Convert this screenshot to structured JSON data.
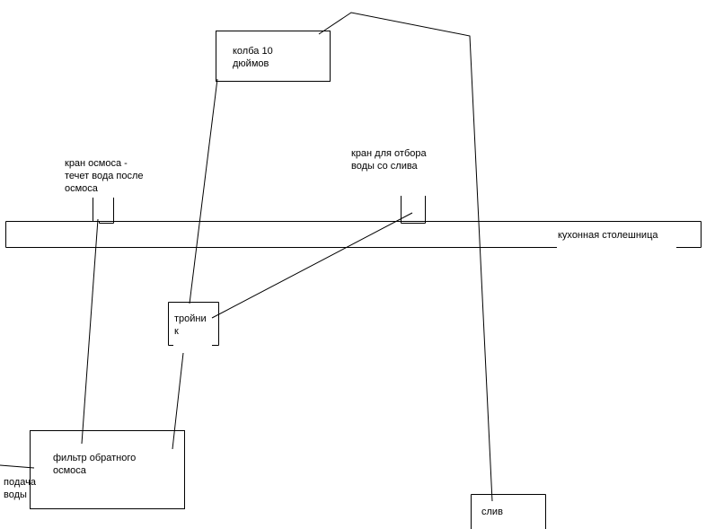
{
  "labels": {
    "flask": [
      "колба 10",
      "дюймов"
    ],
    "osmosis_tap": [
      "кран осмоса -",
      "течет вода после",
      "осмоса"
    ],
    "drain_tap": [
      "кран для отбора",
      "воды со слива"
    ],
    "countertop": "кухонная столешница",
    "tee": [
      "тройни",
      "к"
    ],
    "filter": [
      "фильтр обратного",
      "осмоса"
    ],
    "water_supply": [
      "подача",
      "воды"
    ],
    "drain": "слив"
  },
  "colors": {
    "line": "#000000",
    "background": "#ffffff"
  }
}
